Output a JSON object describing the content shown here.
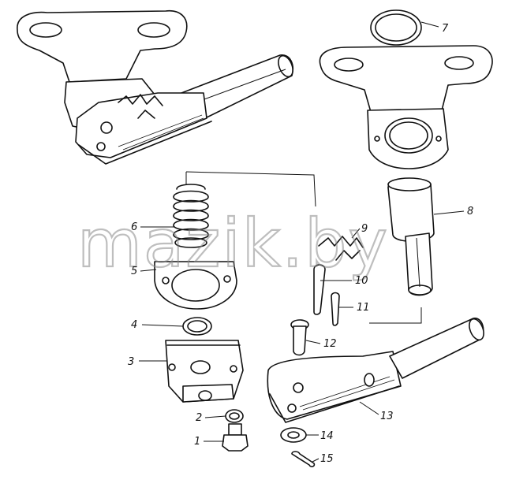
{
  "watermark": "mazik.by",
  "labels": {
    "l1": "1",
    "l2": "2",
    "l3": "3",
    "l4": "4",
    "l5": "5",
    "l6": "6",
    "l7": "7",
    "l8": "8",
    "l9": "9",
    "l10": "10",
    "l11": "11",
    "l12": "12",
    "l13": "13",
    "l14": "14",
    "l15": "15"
  },
  "colors": {
    "ink": "#111111",
    "watermark": "#8a8a8a",
    "paper": "#ffffff"
  }
}
